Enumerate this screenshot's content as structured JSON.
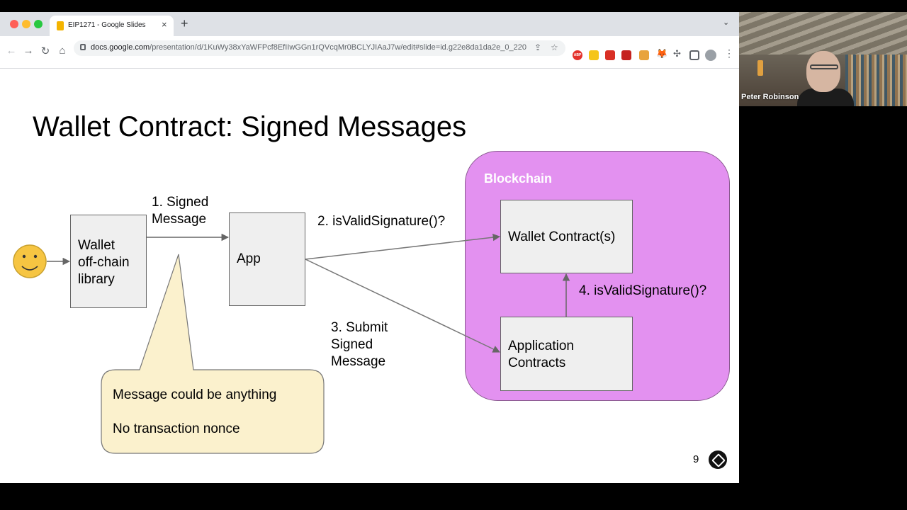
{
  "browser": {
    "tab": {
      "title": "EIP1271 - Google Slides",
      "close_glyph": "×"
    },
    "new_tab_glyph": "+",
    "tab_dropdown_glyph": "⌄",
    "nav": {
      "back": "←",
      "forward": "→",
      "reload": "↻",
      "home": "⌂"
    },
    "url": {
      "host": "docs.google.com",
      "path": "/presentation/d/1KuWy38xYaWFPcf8EfIIwGGn1rQVcqMr0BCLYJIAaJ7w/edit#slide=id.g22e8da1da2e_0_220"
    },
    "extensions": {
      "abp_label": "ABP",
      "fox_glyph": "🦊",
      "puzzle_glyph": "✣"
    },
    "menu_glyph": "⋮",
    "icons": [
      "lock-icon",
      "share-icon",
      "star-icon",
      "extensions-icon",
      "profile-avatar",
      "menu-icon"
    ]
  },
  "slide": {
    "title": "Wallet Contract: Signed Messages",
    "boxes": {
      "wallet_lib": [
        "Wallet",
        "off-chain",
        "library"
      ],
      "app": "App",
      "wallet_contract": "Wallet Contract(s)",
      "app_contracts": [
        "Application",
        "Contracts"
      ]
    },
    "blockchain_label": "Blockchain",
    "labels": {
      "signed_message": [
        "1. Signed",
        "Message"
      ],
      "is_valid_2": "2. isValidSignature()?",
      "submit": [
        "3. Submit",
        "Signed",
        "Message"
      ],
      "is_valid_4": "4. isValidSignature()?"
    },
    "callout": [
      "Message could be anything",
      "No transaction nonce"
    ],
    "page_number": "9",
    "colors": {
      "blockchain_fill": "#e391f0",
      "box_fill": "#efefef",
      "callout_fill": "#fbf1cd",
      "smiley": "#f6c542"
    }
  },
  "video": {
    "participant_name": "Peter Robinson"
  }
}
